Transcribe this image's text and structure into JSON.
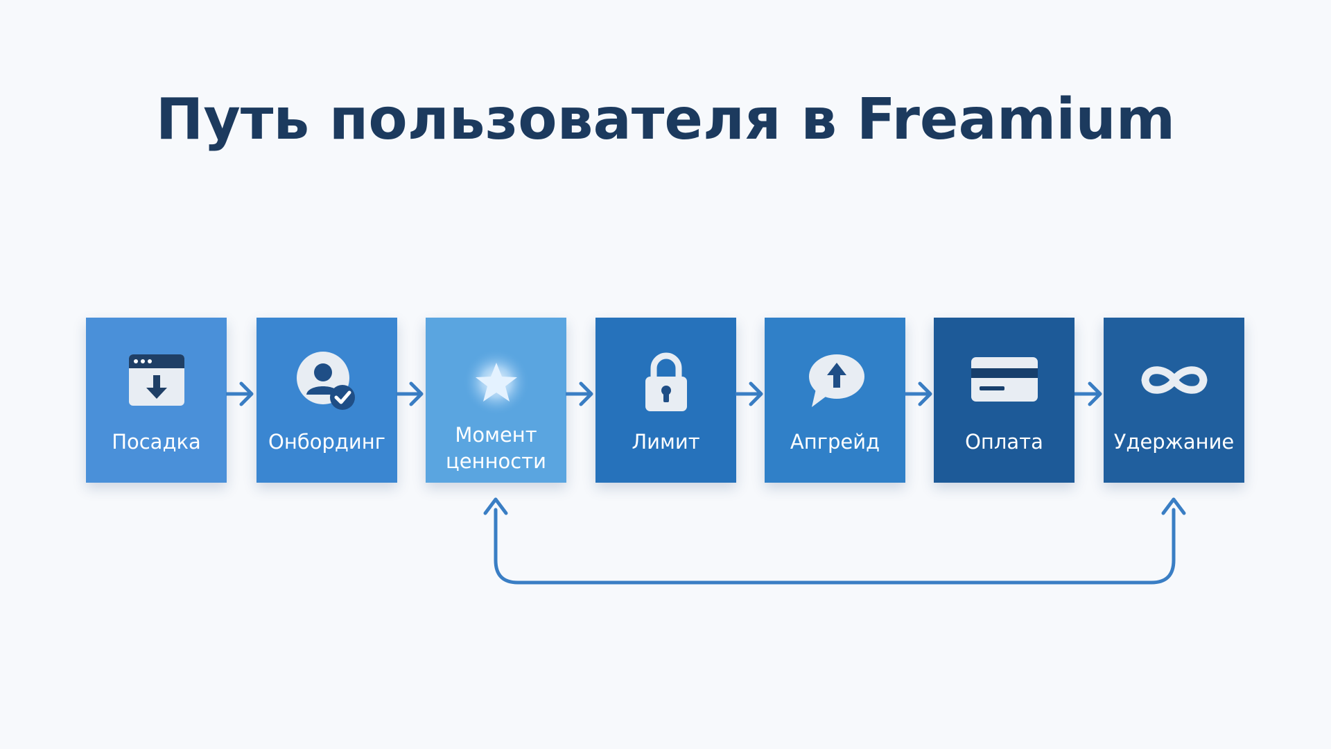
{
  "title": "Путь пользователя в Freamium",
  "steps": [
    {
      "label": "Посадка",
      "icon": "download-window-icon",
      "color": "#4a90d9"
    },
    {
      "label": "Онбординг",
      "icon": "user-check-icon",
      "color": "#3a86d1"
    },
    {
      "label": "Момент ценности",
      "icon": "star-icon",
      "color": "#5aa5e0"
    },
    {
      "label": "Лимит",
      "icon": "lock-icon",
      "color": "#2672bb"
    },
    {
      "label": "Апгрейд",
      "icon": "upgrade-bubble-icon",
      "color": "#3080c8"
    },
    {
      "label": "Оплата",
      "icon": "credit-card-icon",
      "color": "#1d5a98"
    },
    {
      "label": "Удержание",
      "icon": "infinity-icon",
      "color": "#205f9e"
    }
  ],
  "colors": {
    "title": "#1c3a5e",
    "arrow": "#3a7ec4",
    "background": "#f7f9fc"
  }
}
